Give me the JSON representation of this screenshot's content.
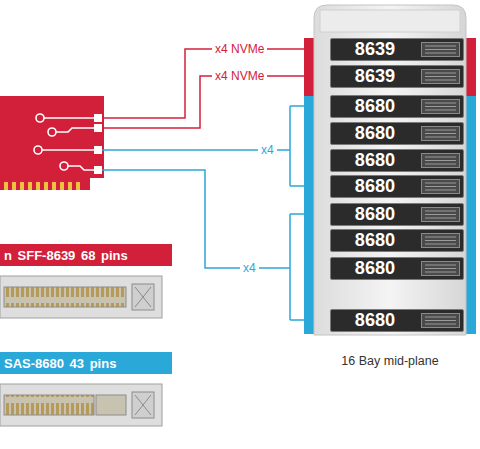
{
  "diagram": {
    "nodes": [
      {
        "text": [
          "16 Bay mid-plane"
        ]
      },
      {
        "text": [
          "8639"
        ],
        "in": 0
      },
      {
        "text": [
          "8639"
        ],
        "in": 0
      },
      {
        "text": [
          "8680"
        ],
        "in": 0
      },
      {
        "text": [
          "8680"
        ],
        "in": 0
      },
      {
        "text": [
          "8680"
        ],
        "in": 0
      },
      {
        "text": [
          "8680"
        ],
        "in": 0
      },
      {
        "text": [
          "8680"
        ],
        "in": 0
      },
      {
        "text": [
          "8680"
        ],
        "in": 0
      },
      {
        "text": [
          "8680"
        ],
        "in": 0
      },
      {
        "text": [
          "8680"
        ],
        "in": 0
      },
      {
        "text": [
          "n SFF-8639 68 pins"
        ]
      },
      {
        "text": [
          "SAS-8680 43 pins"
        ]
      }
    ],
    "labels": [
      "x4 NVMe",
      "x4 NVMe",
      "x4",
      "x4"
    ]
  }
}
